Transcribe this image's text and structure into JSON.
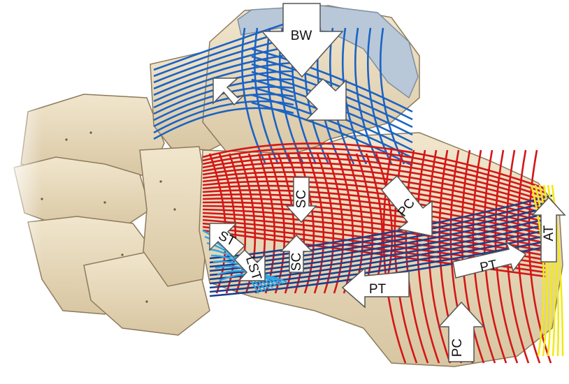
{
  "diagram": {
    "colors": {
      "bone": "#e9dcc0",
      "bone_shadow": "#c9b591",
      "bone_outline": "#8d7b5c",
      "cartilage": "#b9c8d8",
      "red_trabeculae": "#d41616",
      "blue_trabeculae": "#1b63c6",
      "dark_blue_trabeculae": "#1c3f8f",
      "light_blue_trabeculae": "#2aa6e6",
      "yellow_trabeculae": "#f2ea12",
      "arrow_fill": "#ffffff",
      "arrow_stroke": "#555555"
    },
    "labels": {
      "bw": "BW",
      "pc_upper": "PC",
      "pc_lower": "PC",
      "sc_upper": "SC",
      "sc_lower": "SC",
      "st": "ST",
      "lst": "LST",
      "pt_right": "PT",
      "pt_left": "PT",
      "at": "AT"
    }
  }
}
